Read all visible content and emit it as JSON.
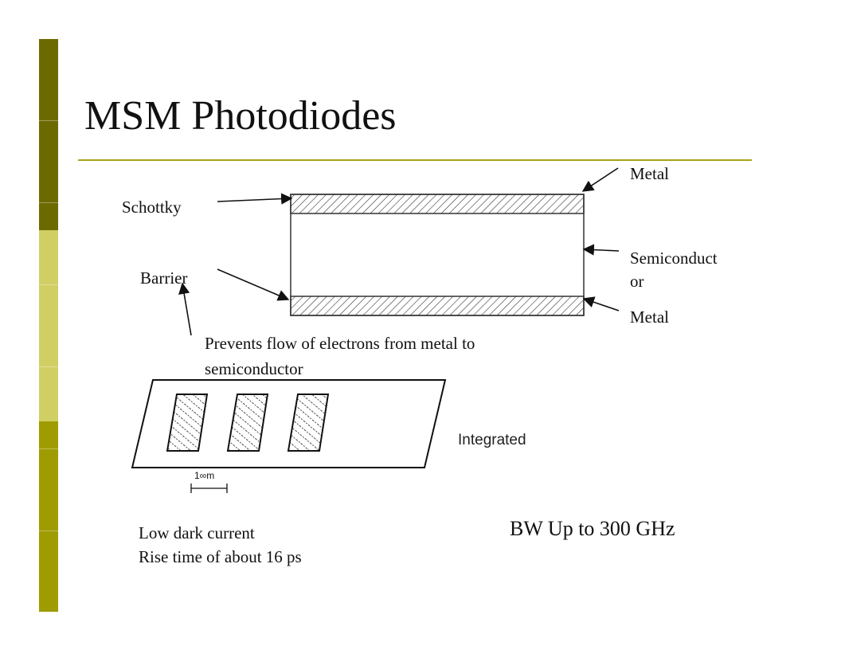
{
  "slide": {
    "title": "MSM Photodiodes",
    "sidebar_colors": [
      "#6b6a00",
      "#cfcf64",
      "#9e9c00"
    ],
    "title_rule_color": "#a8a418"
  },
  "diagram": {
    "labels": {
      "schottky": "Schottky",
      "barrier": "Barrier",
      "metal_top": "Metal",
      "semiconductor_line1": "Semiconduct",
      "semiconductor_line2": "or",
      "metal_bottom": "Metal",
      "prevents_line1": "Prevents flow of electrons from metal to",
      "prevents_line2": "semiconductor",
      "integrated": "Integrated",
      "scale": "1∞m"
    }
  },
  "notes": {
    "line1": "Low dark current",
    "line2": "Rise time of about 16 ps",
    "bandwidth": "BW Up to 300 GHz"
  }
}
